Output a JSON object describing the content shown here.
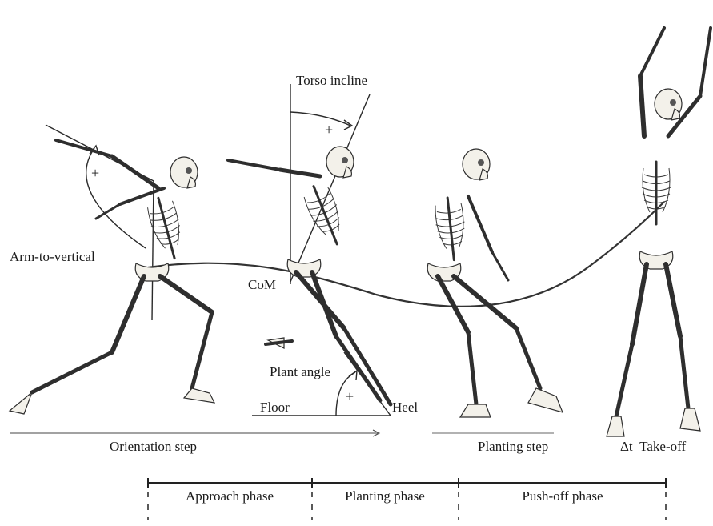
{
  "labels": {
    "torso_incline": "Torso incline",
    "arm_to_vertical": "Arm-to-vertical",
    "com": "CoM",
    "plant_angle": "Plant angle",
    "floor": "Floor",
    "heel": "Heel",
    "orientation_step": "Orientation step",
    "planting_step": "Planting step",
    "take_off": "Δt_Take-off",
    "plus": "+"
  },
  "phases": [
    {
      "label": "Approach phase"
    },
    {
      "label": "Planting phase"
    },
    {
      "label": "Push-off phase"
    }
  ],
  "icons": [
    "skeleton-figure"
  ],
  "colors": {
    "ink": "#2a2a2a",
    "bone_fill": "#f3f1ea"
  }
}
